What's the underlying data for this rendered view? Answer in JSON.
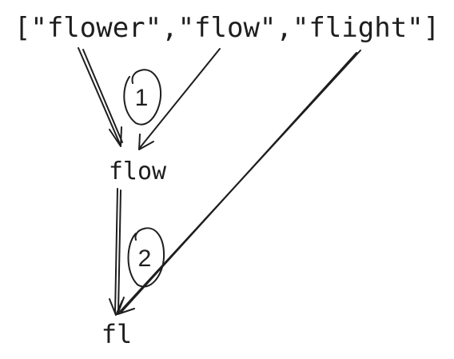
{
  "diagram": {
    "input_array": "[\"flower\",\"flow\",\"flight\"]",
    "intermediate": "flow",
    "result": "fl",
    "step_1": "1",
    "step_2": "2"
  }
}
